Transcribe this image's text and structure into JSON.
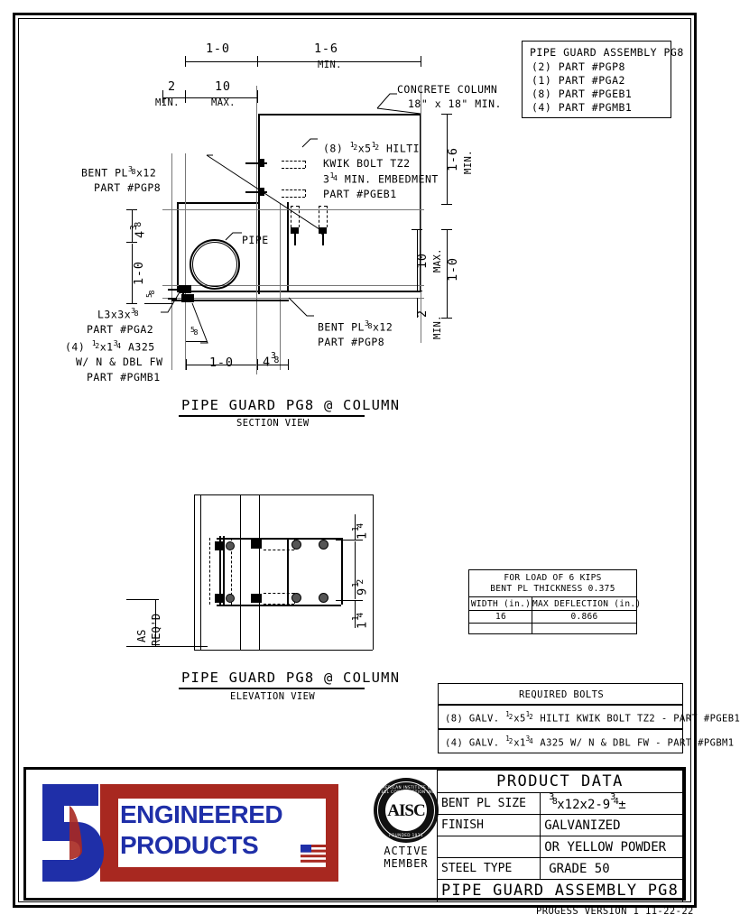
{
  "sheet": {
    "footer_note": "PROGESS VERSION 1 11-22-22"
  },
  "assembly_box": {
    "title": "PIPE GUARD ASSEMBLY PG8",
    "lines": [
      "(2) PART #PGP8",
      "(1) PART #PGA2",
      "(8) PART #PGEB1",
      "(4) PART #PGMB1"
    ]
  },
  "section_view": {
    "title": "PIPE GUARD PG8 @ COLUMN",
    "subtitle": "SECTION VIEW",
    "dimensions": {
      "top_left": "1-0",
      "top_right": "1-6",
      "top_right_note": "MIN.",
      "left_small": "2",
      "left_small_note": "MIN.",
      "inner_ten": "10",
      "inner_ten_note": "MAX.",
      "right_1_6": "1-6",
      "right_1_6_note": "MIN.",
      "right_10": "10",
      "right_10_note": "MAX.",
      "right_1_0": "1-0",
      "right_2": "2",
      "right_2_note": "MIN.",
      "left_4_38_whole": "4",
      "left_4_38_num": "3",
      "left_4_38_den": "8",
      "left_1_0": "1-0",
      "left_5_8_num": "5",
      "left_5_8_den": "8",
      "bottom_5_8_num": "5",
      "bottom_5_8_den": "8",
      "bottom_1_0": "1-0",
      "bottom_4_38_whole": "4",
      "bottom_4_38_num": "3",
      "bottom_4_38_den": "8"
    },
    "callouts": {
      "concrete_column_l1": "CONCRETE COLUMN",
      "concrete_column_l2": "18\" x 18\" MIN.",
      "bent_pl_top_l1_pre": "BENT PL",
      "bent_pl_top_num": "3",
      "bent_pl_top_den": "8",
      "bent_pl_top_l1_post": "x12",
      "bent_pl_top_l2": "PART #PGP8",
      "hilti_l1_pre": "(8) ",
      "hilti_l1_num": "1",
      "hilti_l1_den": "2",
      "hilti_l1_mid": "x5",
      "hilti_l1_num2": "1",
      "hilti_l1_den2": "2",
      "hilti_l1_post": " HILTI",
      "hilti_l2": "KWIK BOLT TZ2",
      "hilti_l3_pre": "3",
      "hilti_l3_num": "1",
      "hilti_l3_den": "4",
      "hilti_l3_post": " MIN. EMBEDMENT",
      "hilti_l4": "PART #PGEB1",
      "pipe": "PIPE",
      "angle_l1_pre": "L3x3x",
      "angle_l1_num": "3",
      "angle_l1_den": "8",
      "angle_l2": "PART #PGA2",
      "mbolt_l1_pre": "(4) ",
      "mbolt_l1_num": "1",
      "mbolt_l1_den": "2",
      "mbolt_l1_mid": "x1",
      "mbolt_l1_num2": "3",
      "mbolt_l1_den2": "4",
      "mbolt_l1_post": " A325",
      "mbolt_l2": "W/ N & DBL FW",
      "mbolt_l3": "PART #PGMB1",
      "bent_pl_bot_l1_pre": "BENT PL",
      "bent_pl_bot_num": "3",
      "bent_pl_bot_den": "8",
      "bent_pl_bot_l1_post": "x12",
      "bent_pl_bot_l2": "PART #PGP8"
    }
  },
  "elevation_view": {
    "title": "PIPE GUARD PG8 @ COLUMN",
    "subtitle": "ELEVATION VIEW",
    "dimensions": {
      "top_1_14_whole": "1",
      "top_1_14_num": "1",
      "top_1_14_den": "4",
      "mid_9_12_whole": "9",
      "mid_9_12_num": "1",
      "mid_9_12_den": "2",
      "bot_1_14_whole": "1",
      "bot_1_14_num": "1",
      "bot_1_14_den": "4",
      "as_reqd_l1": "AS",
      "as_reqd_l2": "REQ'D"
    }
  },
  "deflection_table": {
    "header_line1": "FOR LOAD OF 6 KIPS",
    "header_line2": "BENT PL THICKNESS 0.375",
    "columns": [
      "WIDTH (in.)",
      "MAX DEFLECTION (in.)"
    ],
    "rows": [
      [
        "16",
        "0.866"
      ],
      [
        "",
        ""
      ]
    ]
  },
  "bolts_table": {
    "title": "REQUIRED BOLTS",
    "rows": [
      {
        "pre": "(8) GALV. ",
        "num": "1",
        "den": "2",
        "mid": "x5",
        "num2": "1",
        "den2": "2",
        "post": " HILTI KWIK BOLT TZ2 - PART #PGEB1"
      },
      {
        "pre": "(4) GALV. ",
        "num": "1",
        "den": "2",
        "mid": "x1",
        "num2": "3",
        "den2": "4",
        "post": " A325 W/ N & DBL FW - PART #PGBM1"
      }
    ]
  },
  "title_block": {
    "product_data_heading": "PRODUCT DATA",
    "rows": [
      {
        "label": "BENT PL SIZE",
        "value_pre": "",
        "value_num": "3",
        "value_den": "8",
        "value_post": "x12x2-9",
        "value_num2": "3",
        "value_den2": "4",
        "value_post2": "±"
      },
      {
        "label": "FINISH",
        "value": "GALVANIZED"
      },
      {
        "label": "",
        "value": "OR YELLOW POWDER"
      },
      {
        "label": "STEEL TYPE",
        "value": "GRADE 50"
      }
    ],
    "assembly_label": "PIPE GUARD ASSEMBLY PG8"
  },
  "logo": {
    "brand_line1": "ENGINEERED",
    "brand_line2": "PRODUCTS",
    "numeral": "5",
    "letter": "D",
    "blue": "#1f2fa8",
    "red": "#a82820",
    "aisc_text": "AISC",
    "aisc_ring_top": "AMERICAN INSTITUTE OF STEEL CONSTRUCTION INC.",
    "aisc_ring_bottom": "FOUNDED 1921",
    "aisc_label_line1": "ACTIVE",
    "aisc_label_line2": "MEMBER"
  }
}
